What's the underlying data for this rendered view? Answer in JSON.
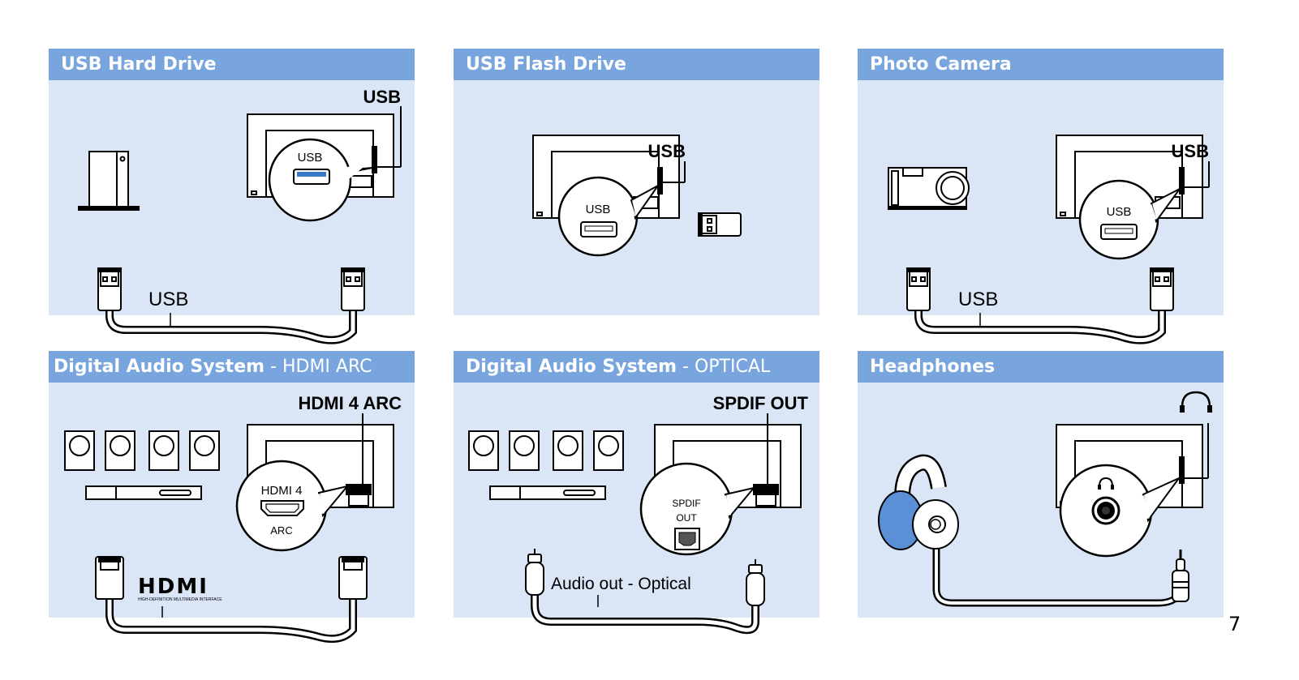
{
  "panels": {
    "usb_hard_drive": {
      "title": "USB Hard Drive",
      "port_label": "USB",
      "callout_label": "USB",
      "cable_label": "USB"
    },
    "usb_flash_drive": {
      "title": "USB Flash Drive",
      "port_label": "USB",
      "callout_label": "USB"
    },
    "photo_camera": {
      "title": "Photo Camera",
      "port_label": "USB",
      "callout_label": "USB",
      "cable_label": "USB"
    },
    "hdmi_arc": {
      "title_bold": "Digital Audio System",
      "title_light": " - HDMI ARC",
      "port_label": "HDMI 4 ARC",
      "callout_line1": "HDMI 4",
      "callout_line2": "ARC",
      "logo_text": "HDMI",
      "logo_subtext": "HIGH-DEFINITION MULTIMEDIA INTERFACE"
    },
    "optical": {
      "title_bold": "Digital Audio System",
      "title_light": " - OPTICAL",
      "port_label": "SPDIF OUT",
      "callout_line1": "SPDIF",
      "callout_line2": "OUT",
      "cable_label": "Audio out - Optical"
    },
    "headphones": {
      "title": "Headphones"
    }
  },
  "page_number": "7",
  "colors": {
    "header_bg": "#79a5de",
    "panel_bg": "#dae5f6",
    "usb_port_accent": "#3b78c8",
    "headphone_accent": "#5b8fd6"
  },
  "icons": [
    "hard-drive-icon",
    "tv-icon",
    "usb-plug-icon",
    "usb-stick-icon",
    "camera-icon",
    "speaker-icon",
    "soundbar-icon",
    "hdmi-plug-icon",
    "rca-plug-icon",
    "headphones-icon",
    "audio-jack-icon"
  ]
}
